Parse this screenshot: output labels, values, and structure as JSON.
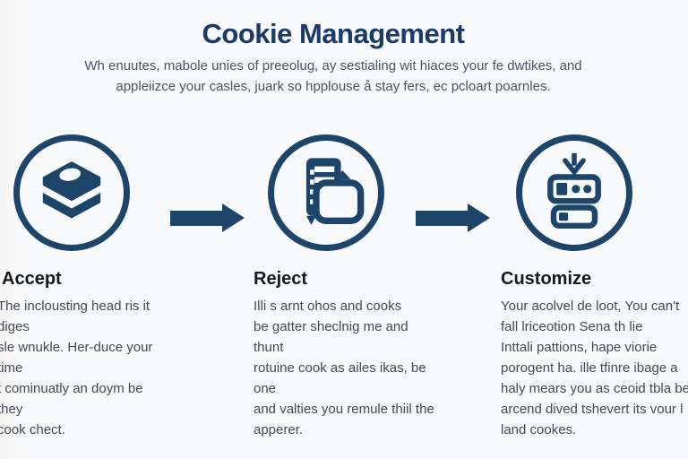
{
  "header": {
    "title": "Cookie Management",
    "subtitle_lines": [
      "Wh enuutes, mabole unies of preeolug, ay sestialing wit hiaces your fe dwtikes, and",
      "appleiizce your casles, juark so hpplouse å stay fers, ec pcloart poarnles."
    ]
  },
  "colors": {
    "navy": "#1d4569",
    "title_navy": "#1c3a66",
    "heading_text": "#16181c",
    "body_text": "#414957",
    "background": "#f8f9fa"
  },
  "flow": {
    "arrow_icon": "right-arrow-icon",
    "arrow_count": 2
  },
  "steps": [
    {
      "heading": "Accept",
      "icon": "stacked-cookies-icon",
      "body_lines": [
        "The inclousting head ris it diges",
        "sle wnukle. Her-duce your time",
        "t cominuatly an doym be they",
        "cook chect."
      ]
    },
    {
      "heading": "Reject",
      "icon": "document-stack-icon",
      "body_lines": [
        "Illi s arnt ohos and cooks",
        "be gatter sheclnig me and thunt",
        "rotuine cook as ailes ikas, be one",
        "and valties you remule thiil the",
        "apperer."
      ]
    },
    {
      "heading": "Customize",
      "icon": "download-settings-icon",
      "body_lines": [
        "Your acolvel de loot,  You can't",
        "fall lriceotion Sena th lie",
        "Inttali pattions, hape viorie",
        "porogent ha. ille tfinre ibage a",
        "haly mears you as ceoid tbla be",
        "arcend dived tshevert its vour l",
        "land cookes."
      ]
    }
  ]
}
